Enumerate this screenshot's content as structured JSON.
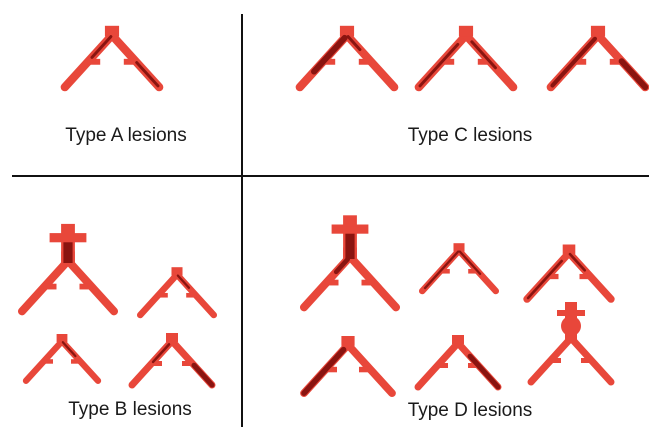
{
  "figure": {
    "panels": [
      {
        "id": "a",
        "caption": "Type A lesions"
      },
      {
        "id": "c",
        "caption": "Type C lesions"
      },
      {
        "id": "b",
        "caption": "Type B lesions"
      },
      {
        "id": "d",
        "caption": "Type D lesions"
      }
    ]
  },
  "colors": {
    "vessel": "#e8473a",
    "lesion": "#8a1410",
    "divider": "#111111",
    "text": "#1a1a1a"
  }
}
